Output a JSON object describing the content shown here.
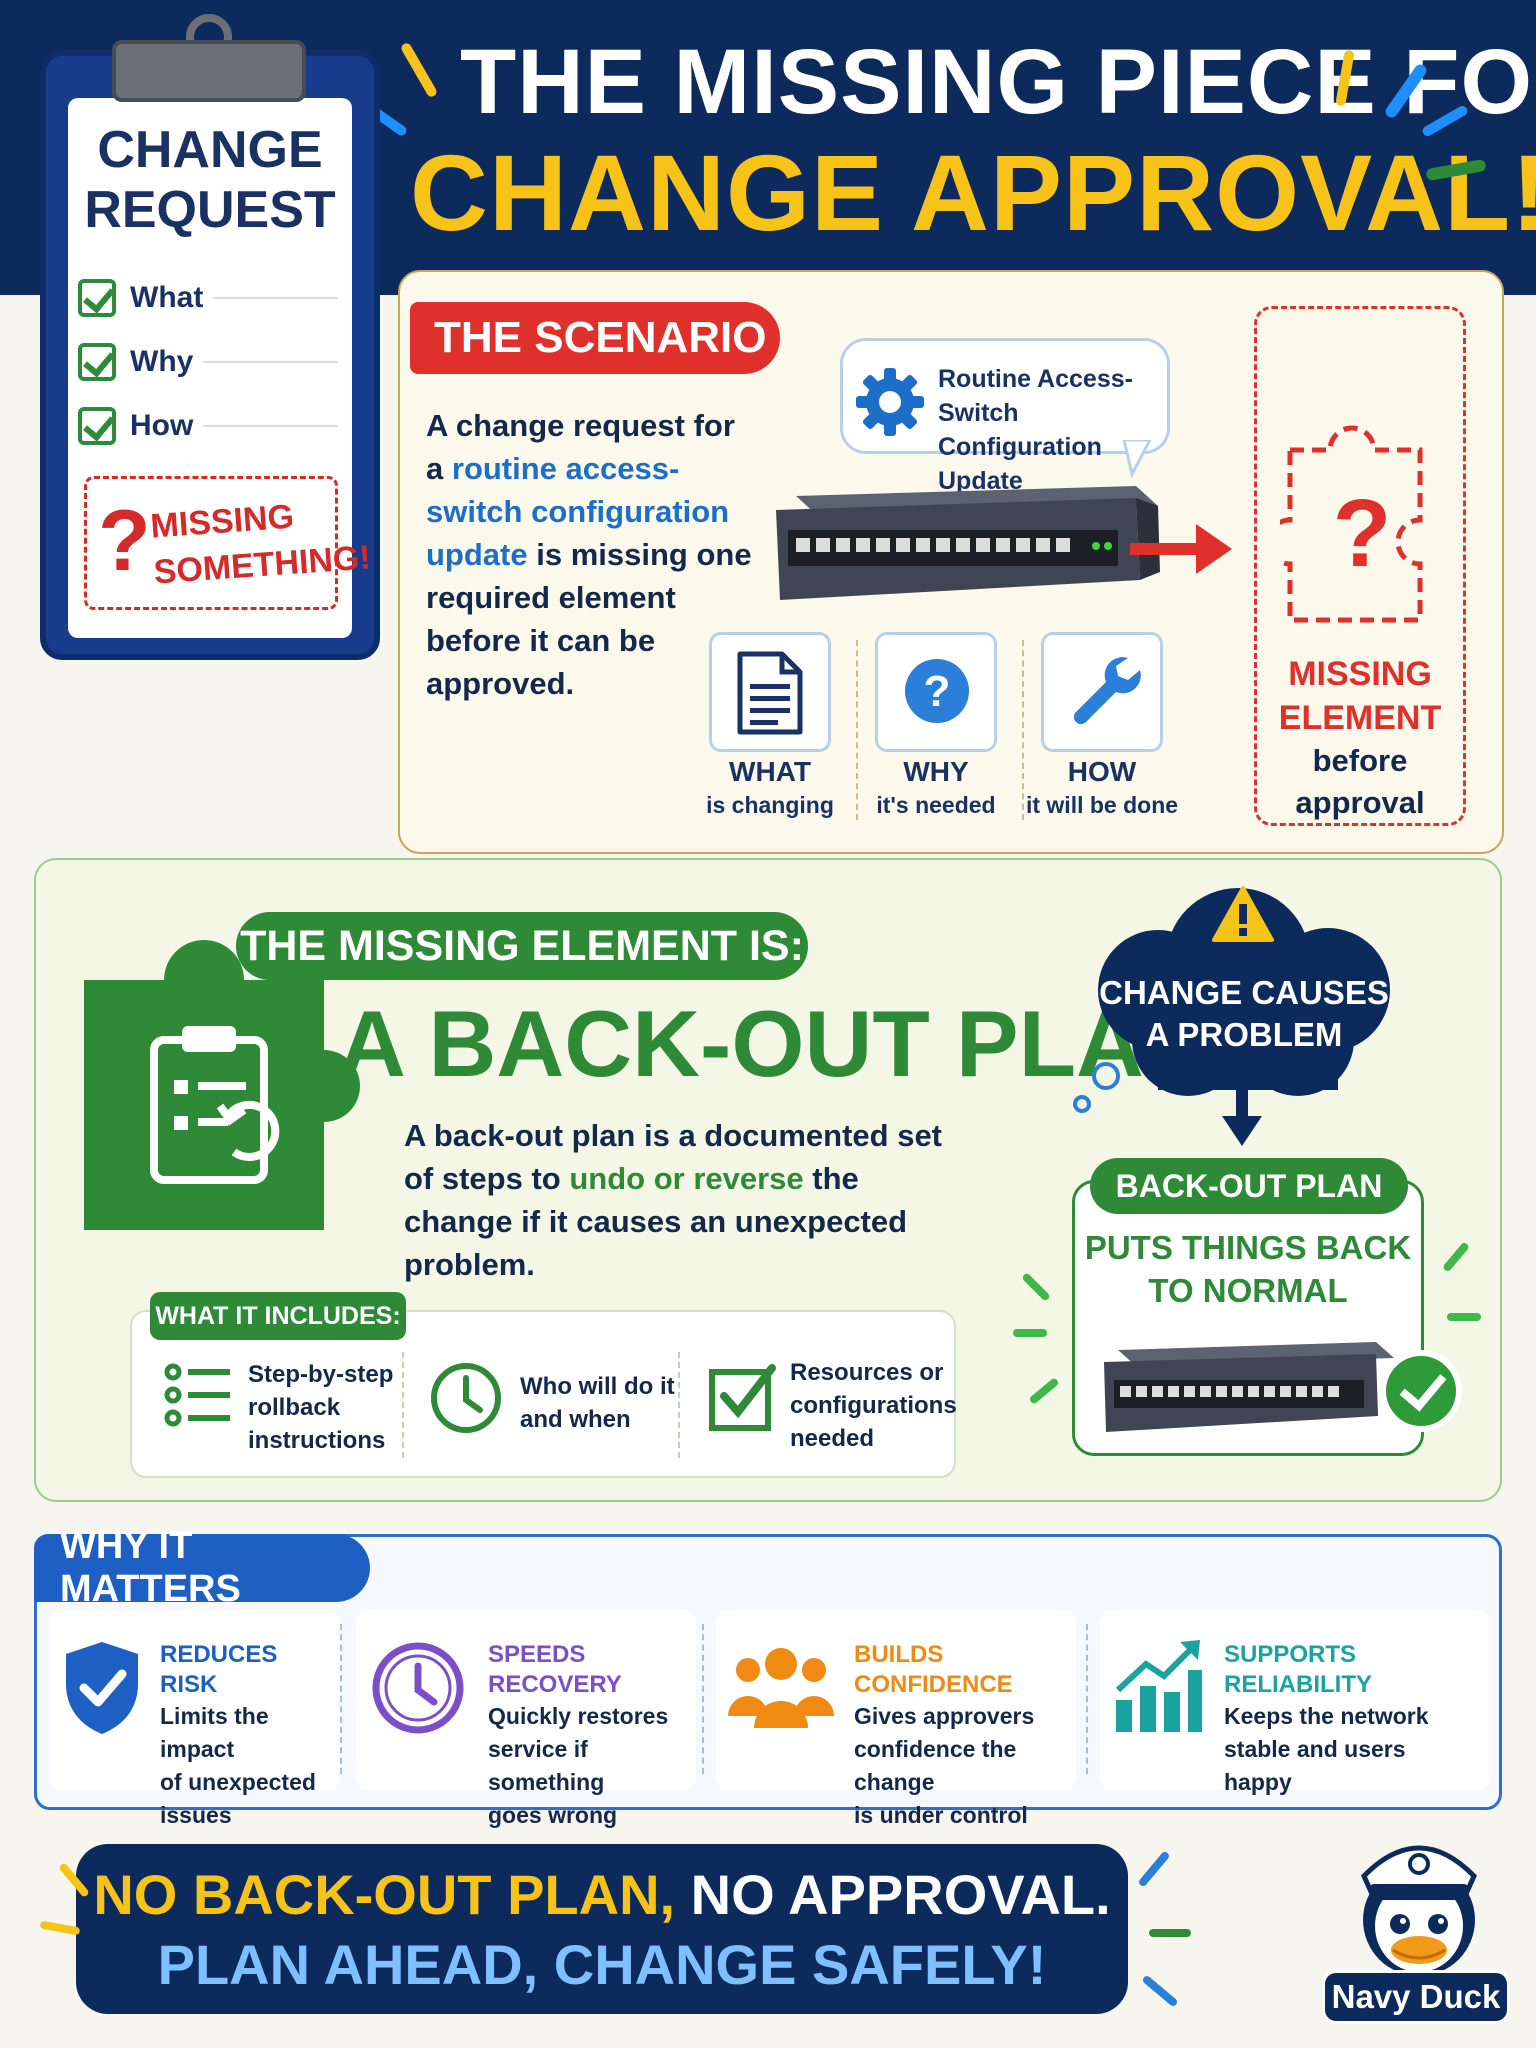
{
  "header": {
    "title_line1": "THE MISSING PIECE FOR",
    "title_line2": "CHANGE APPROVAL!"
  },
  "clipboard": {
    "title": "CHANGE REQUEST",
    "items": [
      "What",
      "Why",
      "How"
    ],
    "missing_line1": "MISSING",
    "missing_line2": "SOMETHING!"
  },
  "scenario": {
    "tag": "THE SCENARIO",
    "body_part1": "A change request for a",
    "body_highlight": "routine access-switch configuration update",
    "body_part2": "is missing one required element before it can be approved.",
    "bubble_line1": "Routine Access-Switch",
    "bubble_line2": "Configuration Update",
    "elements": [
      {
        "label": "WHAT",
        "sub": "is changing",
        "icon": "document-icon"
      },
      {
        "label": "WHY",
        "sub": "it's needed",
        "icon": "question-icon"
      },
      {
        "label": "HOW",
        "sub": "it will be done",
        "icon": "wrench-icon"
      }
    ],
    "missing_element_line1": "MISSING",
    "missing_element_line2": "ELEMENT",
    "missing_element_line3": "before",
    "missing_element_line4": "approval"
  },
  "backout": {
    "tag": "THE MISSING ELEMENT IS:",
    "title": "A BACK-OUT PLAN",
    "body_part1": "A back-out plan is a documented set of steps to",
    "body_highlight": "undo or reverse",
    "body_part2": "the change if it causes an unexpected problem.",
    "includes_tag": "WHAT IT INCLUDES:",
    "includes": [
      {
        "text_lines": [
          "Step-by-step",
          "rollback",
          "instructions"
        ],
        "icon": "list-icon"
      },
      {
        "text_lines": [
          "Who will do it",
          "and when"
        ],
        "icon": "clock-icon"
      },
      {
        "text_lines": [
          "Resources or",
          "configurations",
          "needed"
        ],
        "icon": "checkbox-icon"
      }
    ],
    "cloud_line1": "CHANGE CAUSES",
    "cloud_line2": "A PROBLEM",
    "normal_tag": "BACK-OUT PLAN",
    "normal_line1": "PUTS THINGS BACK",
    "normal_line2": "TO NORMAL"
  },
  "matters": {
    "tag": "WHY IT MATTERS",
    "items": [
      {
        "head": "REDUCES RISK",
        "lines": [
          "Limits the impact",
          "of unexpected",
          "issues"
        ],
        "color": "#1e5fc4",
        "icon": "shield-icon"
      },
      {
        "head": "SPEEDS RECOVERY",
        "lines": [
          "Quickly restores",
          "service if something",
          "goes wrong"
        ],
        "color": "#7b4fc9",
        "icon": "clock-icon"
      },
      {
        "head": "BUILDS CONFIDENCE",
        "lines": [
          "Gives approvers",
          "confidence the change",
          "is under control"
        ],
        "color": "#f08a12",
        "icon": "people-icon"
      },
      {
        "head": "SUPPORTS RELIABILITY",
        "lines": [
          "Keeps the network",
          "stable and users",
          "happy"
        ],
        "color": "#1aa3a0",
        "icon": "growth-chart-icon"
      }
    ]
  },
  "banner": {
    "line1_yellow": "NO BACK-OUT PLAN,",
    "line1_white": " NO APPROVAL.",
    "line2": "PLAN AHEAD, CHANGE SAFELY!"
  },
  "brand": {
    "name": "Navy Duck"
  }
}
